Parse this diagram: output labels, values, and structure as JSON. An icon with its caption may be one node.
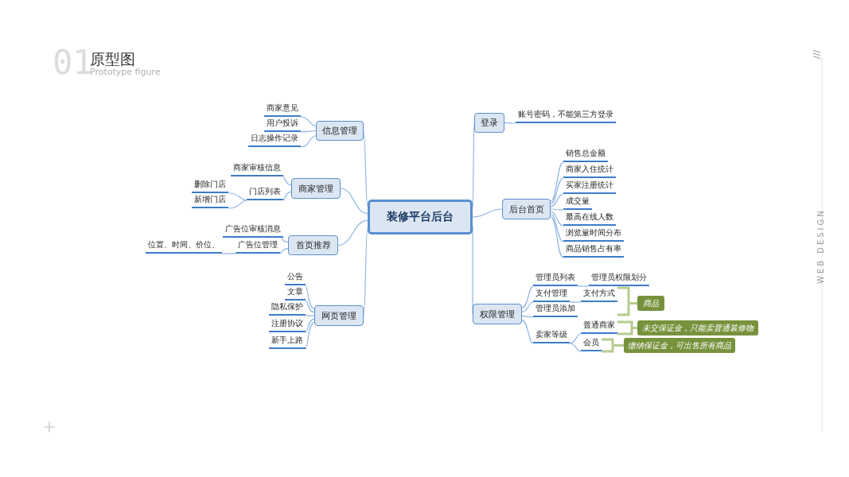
{
  "diagram": {
    "nodes": [
      {
        "text": [
          "装修平台后台"
        ]
      },
      {
        "text": [
          "信息管理"
        ]
      },
      {
        "text": [
          "商家意见"
        ]
      },
      {
        "text": [
          "用户投诉"
        ]
      },
      {
        "text": [
          "日志操作记录"
        ]
      },
      {
        "text": [
          "商家管理"
        ]
      },
      {
        "text": [
          "商家审核信息"
        ]
      },
      {
        "text": [
          "门店列表"
        ]
      },
      {
        "text": [
          "删除门店"
        ]
      },
      {
        "text": [
          "新增门店"
        ]
      },
      {
        "text": [
          "首页推荐"
        ]
      },
      {
        "text": [
          "广告位审核消息"
        ]
      },
      {
        "text": [
          "广告位管理"
        ]
      },
      {
        "text": [
          "位置、时间、价位、"
        ]
      },
      {
        "text": [
          "网页管理"
        ]
      },
      {
        "text": [
          "公告"
        ]
      },
      {
        "text": [
          "文章"
        ]
      },
      {
        "text": [
          "隐私保护"
        ]
      },
      {
        "text": [
          "注册协议"
        ]
      },
      {
        "text": [
          "新手上路"
        ]
      },
      {
        "text": [
          "登录"
        ]
      },
      {
        "text": [
          "账号密码，不能第三方登录"
        ]
      },
      {
        "text": [
          "后台首页"
        ]
      },
      {
        "text": [
          "销售总金额"
        ]
      },
      {
        "text": [
          "商家入住统计"
        ]
      },
      {
        "text": [
          "买家注册统计"
        ]
      },
      {
        "text": [
          "成交量"
        ]
      },
      {
        "text": [
          "最高在线人数"
        ]
      },
      {
        "text": [
          "浏览量时间分布"
        ]
      },
      {
        "text": [
          "商品销售占有率"
        ]
      },
      {
        "text": [
          "权限管理"
        ]
      },
      {
        "text": [
          "管理员列表"
        ]
      },
      {
        "text": [
          "管理员权限划分"
        ]
      },
      {
        "text": [
          "支付管理"
        ]
      },
      {
        "text": [
          "支付方式"
        ]
      },
      {
        "text": [
          "管理员添加"
        ]
      },
      {
        "text": [
          "卖家等级"
        ]
      },
      {
        "text": [
          "普通商家"
        ]
      },
      {
        "text": [
          "会员"
        ]
      },
      {
        "text": [
          "商品"
        ]
      },
      {
        "text": [
          "未交保证金，只能卖普通装修物"
        ]
      },
      {
        "text": [
          "缴纳保证金，可出售所有商品"
        ]
      }
    ],
    "edges": [
      {
        "from": 0,
        "to": 1,
        "arrow": "none"
      },
      {
        "from": 1,
        "to": 2,
        "arrow": "none"
      },
      {
        "from": 1,
        "to": 3,
        "arrow": "none"
      },
      {
        "from": 1,
        "to": 4,
        "arrow": "none"
      },
      {
        "from": 0,
        "to": 5,
        "arrow": "none"
      },
      {
        "from": 5,
        "to": 6,
        "arrow": "none"
      },
      {
        "from": 5,
        "to": 7,
        "arrow": "none"
      },
      {
        "from": 7,
        "to": 8,
        "arrow": "none"
      },
      {
        "from": 7,
        "to": 9,
        "arrow": "none"
      },
      {
        "from": 0,
        "to": 10,
        "arrow": "none"
      },
      {
        "from": 10,
        "to": 11,
        "arrow": "none"
      },
      {
        "from": 10,
        "to": 12,
        "arrow": "none"
      },
      {
        "from": 12,
        "to": 13,
        "arrow": "none"
      },
      {
        "from": 0,
        "to": 14,
        "arrow": "none"
      },
      {
        "from": 14,
        "to": 15,
        "arrow": "none"
      },
      {
        "from": 14,
        "to": 16,
        "arrow": "none"
      },
      {
        "from": 14,
        "to": 17,
        "arrow": "none"
      },
      {
        "from": 14,
        "to": 18,
        "arrow": "none"
      },
      {
        "from": 14,
        "to": 19,
        "arrow": "none"
      },
      {
        "from": 0,
        "to": 20,
        "arrow": "none"
      },
      {
        "from": 20,
        "to": 21,
        "arrow": "none"
      },
      {
        "from": 0,
        "to": 22,
        "arrow": "none"
      },
      {
        "from": 22,
        "to": 23,
        "arrow": "none"
      },
      {
        "from": 22,
        "to": 24,
        "arrow": "none"
      },
      {
        "from": 22,
        "to": 25,
        "arrow": "none"
      },
      {
        "from": 22,
        "to": 26,
        "arrow": "none"
      },
      {
        "from": 22,
        "to": 27,
        "arrow": "none"
      },
      {
        "from": 22,
        "to": 28,
        "arrow": "none"
      },
      {
        "from": 22,
        "to": 29,
        "arrow": "none"
      },
      {
        "from": 0,
        "to": 30,
        "arrow": "none"
      },
      {
        "from": 30,
        "to": 31,
        "arrow": "none"
      },
      {
        "from": 31,
        "to": 32,
        "arrow": "none"
      },
      {
        "from": 30,
        "to": 33,
        "arrow": "none"
      },
      {
        "from": 33,
        "to": 34,
        "arrow": "none"
      },
      {
        "from": 30,
        "to": 35,
        "arrow": "none"
      },
      {
        "from": 30,
        "to": 36,
        "arrow": "none"
      },
      {
        "from": 36,
        "to": 37,
        "arrow": "none"
      },
      {
        "from": 36,
        "to": 38,
        "arrow": "none"
      },
      {
        "from": 34,
        "to": 39,
        "arrow": "none",
        "style": "thick",
        "color": "#b5cc8e"
      },
      {
        "from": 37,
        "to": 40,
        "arrow": "none",
        "style": "thick",
        "color": "#b5cc8e"
      },
      {
        "from": 38,
        "to": 41,
        "arrow": "none",
        "style": "thick",
        "color": "#b5cc8e"
      }
    ],
    "labels": [
      "01",
      "原型图",
      "Prototype figure",
      "///",
      "WEB DESIGN"
    ]
  }
}
